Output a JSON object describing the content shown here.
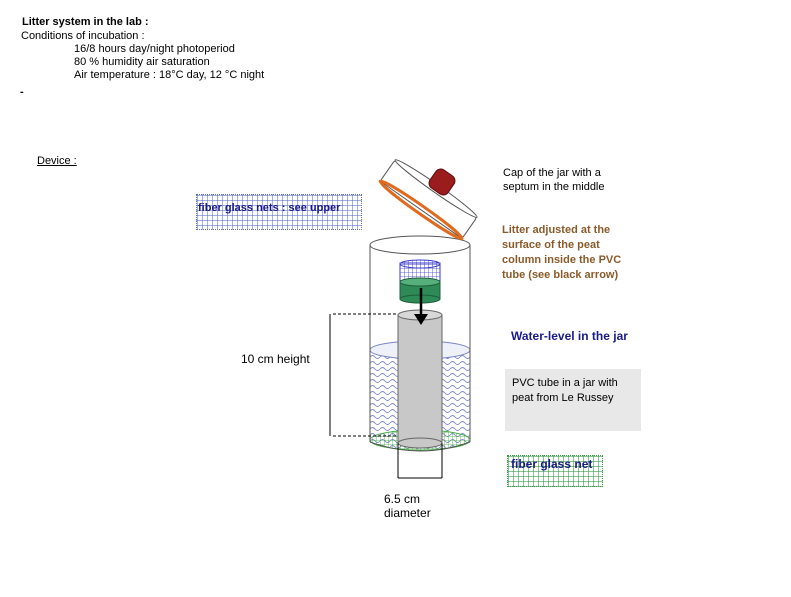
{
  "header": {
    "title": "Litter system in the lab :",
    "conditions_label": "Conditions of incubation :",
    "conditions": [
      "16/8 hours day/night photoperiod",
      "80 % humidity air saturation",
      "Air temperature : 18°C day, 12 °C night"
    ],
    "dash": "-"
  },
  "device_label": "Device :",
  "labels": {
    "cap": "Cap of the jar with a septum in the middle",
    "fiber_nets": "fiber glass nets  : see upper",
    "litter": "Litter adjusted at the surface of the peat column inside the PVC tube (see black arrow)",
    "water_level": "Water-level in the jar",
    "height": "10 cm height",
    "pvc": "PVC tube in a jar  with peat from Le Russey",
    "fiber_net": "fiber glass net",
    "diameter": "6.5 cm diameter"
  },
  "colors": {
    "cap_rim": "#e06a1e",
    "septum": "#9b1c1c",
    "litter_ring": "#2e8b57",
    "net_grid": "#3a3acc",
    "pvc_tube": "#c8c8c8",
    "water_wave": "#7b86c8",
    "bottom_net": "#3fae3f",
    "label_bg": "#e8e8e8"
  }
}
